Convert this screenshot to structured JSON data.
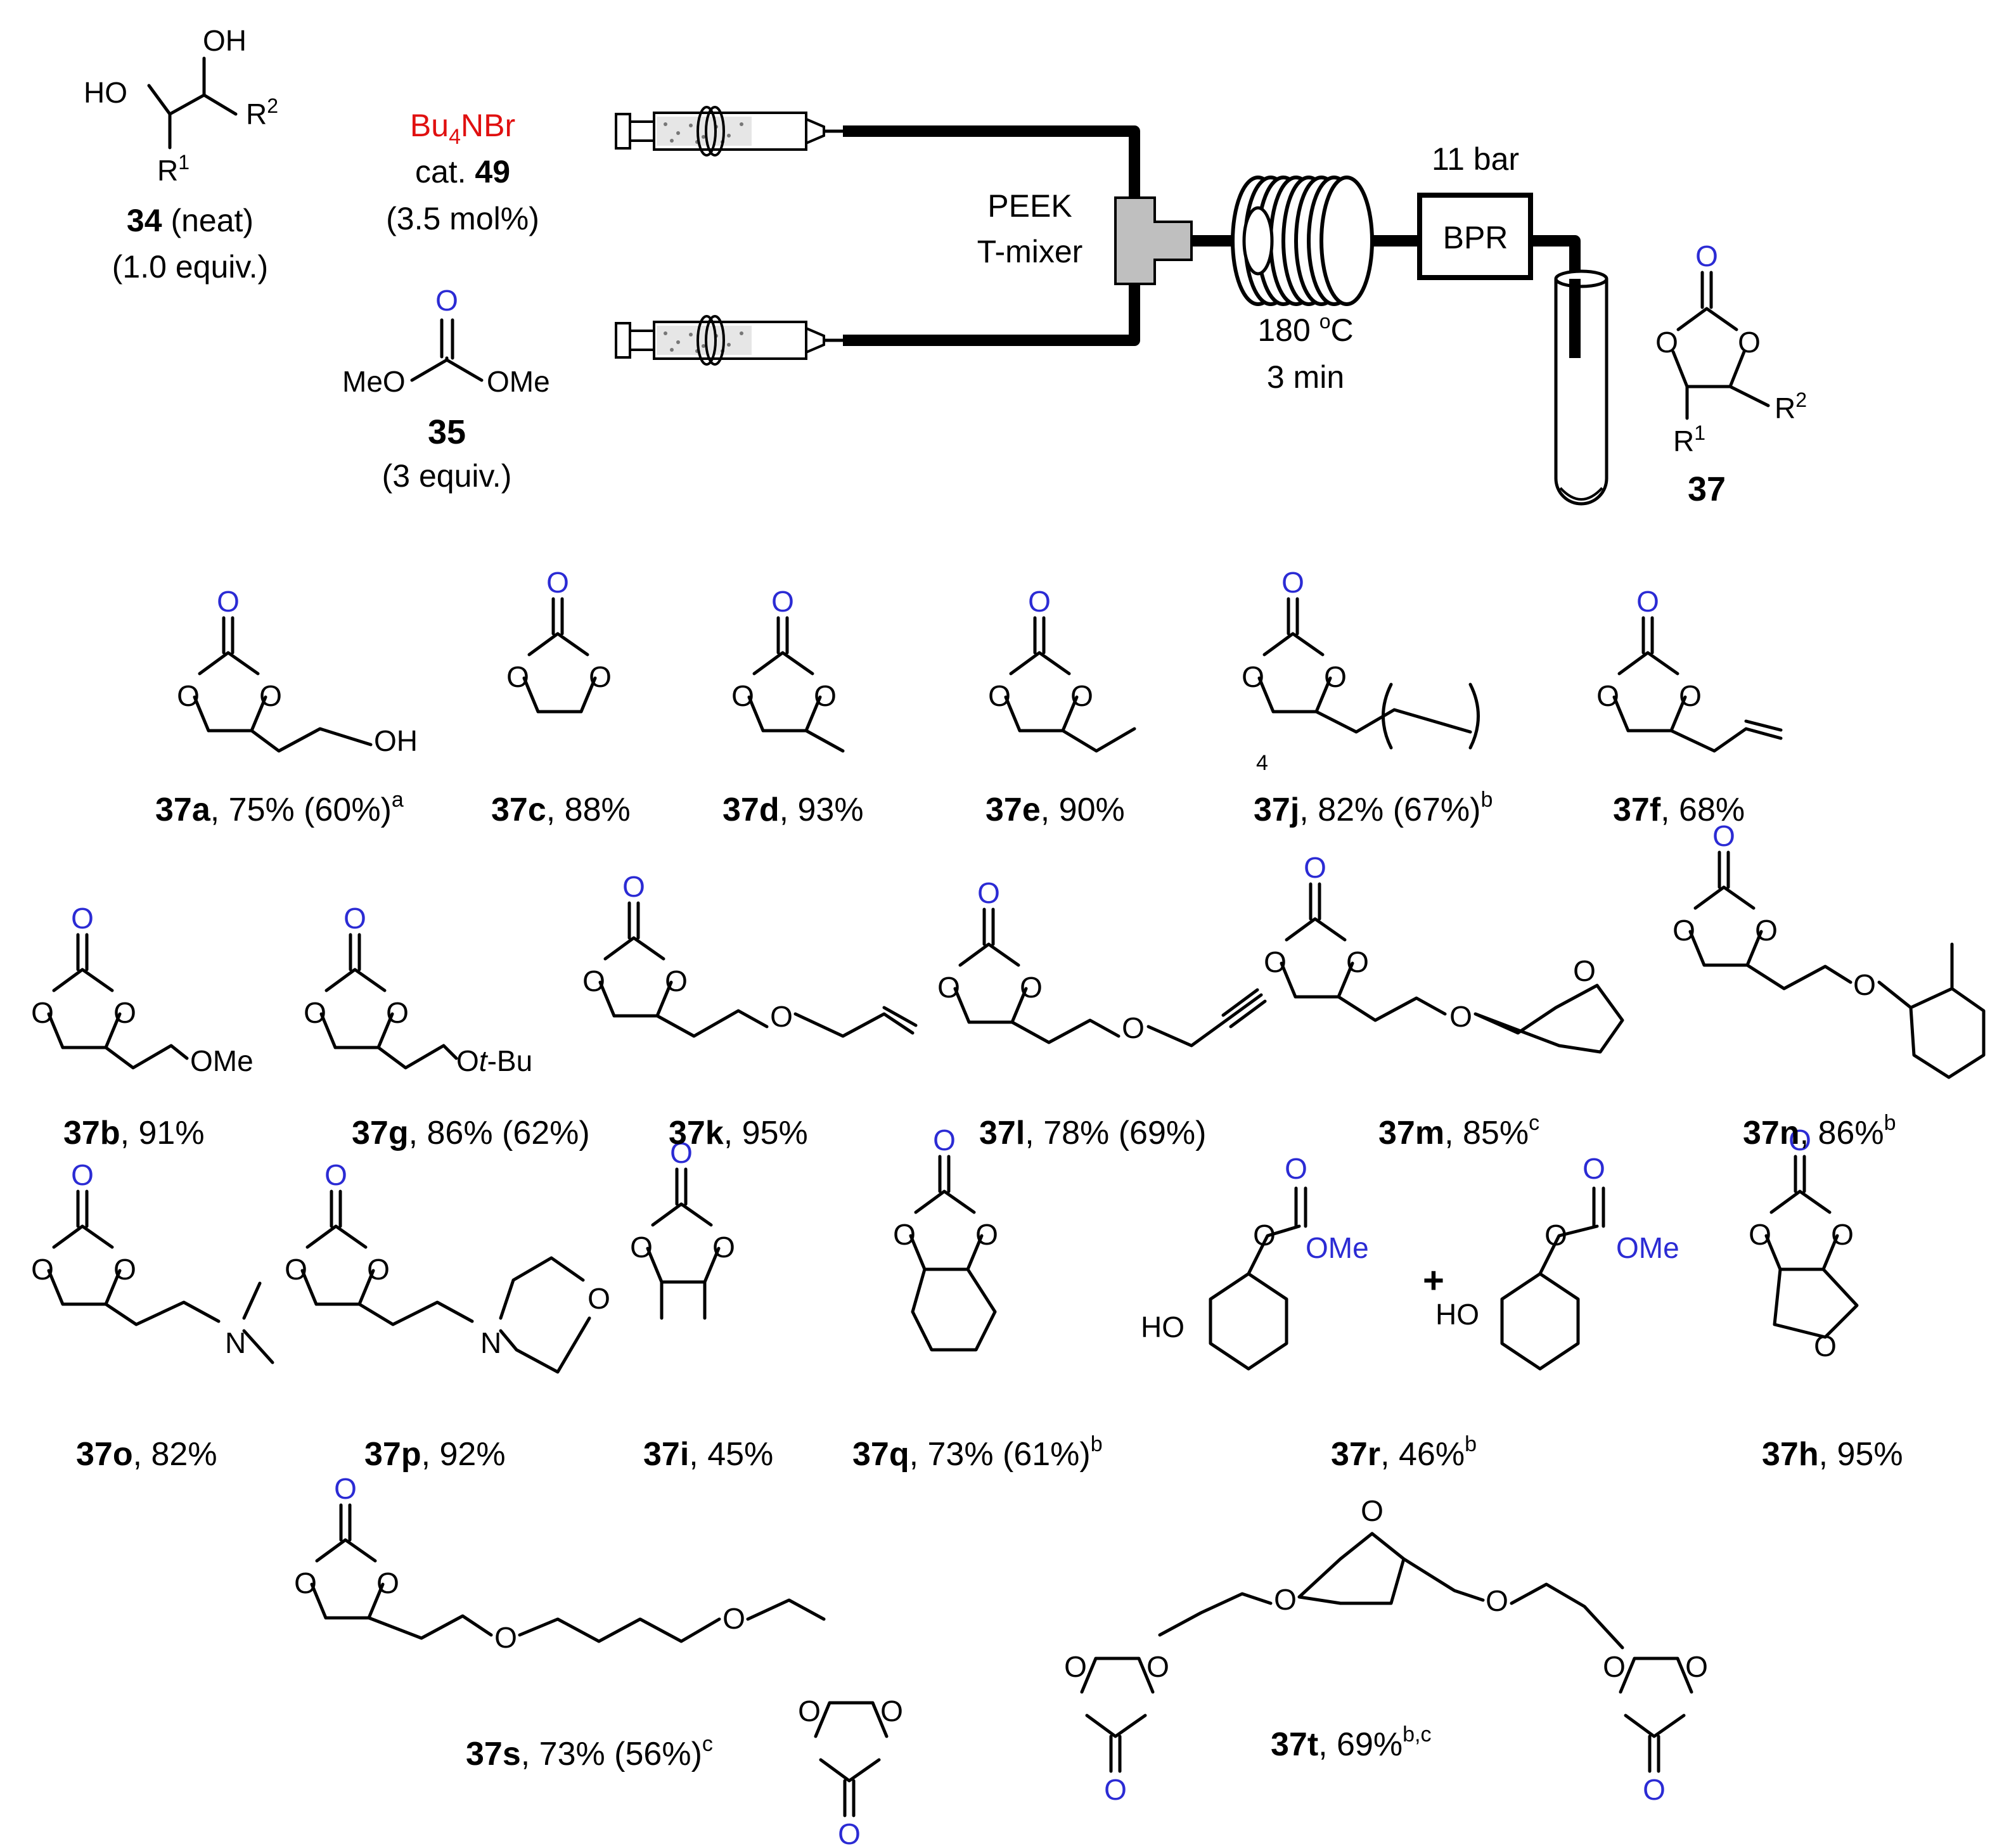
{
  "colors": {
    "ink": "#000000",
    "carbonyl": "#2b2bd4",
    "reagent": "#e01010",
    "mixer": "#bfbfbf"
  },
  "reagents": {
    "diol": {
      "label": "34",
      "cond": " (neat)",
      "equiv": "(1.0 equiv.)",
      "R1": "R",
      "R1sup": "1",
      "R2": "R",
      "R2sup": "2",
      "OH": "OH",
      "HO": "HO"
    },
    "salt": {
      "pre": "Bu",
      "sub": "4",
      "post": "NBr"
    },
    "catalyst": {
      "pre": "cat. ",
      "num": "49",
      "loading": "(3.5 mol%)"
    },
    "carbonate": {
      "label": "35",
      "equiv": "(3 equiv.)",
      "left": "MeO",
      "right": "OMe",
      "O": "O"
    }
  },
  "apparatus": {
    "mixer_line1": "PEEK",
    "mixer_line2": "T-mixer",
    "temperature": "180 ",
    "temp_sup": "o",
    "temp_unit": "C",
    "time": "3 min",
    "pressure": "11 bar",
    "bpr": "BPR"
  },
  "product": {
    "label": "37",
    "R1": "R",
    "R1sup": "1",
    "R2": "R",
    "R2sup": "2",
    "O": "O"
  },
  "compounds": [
    {
      "id": "37a",
      "yield": ", 75% (60%)",
      "note": "a",
      "group": "OH"
    },
    {
      "id": "37c",
      "yield": ", 88%",
      "note": ""
    },
    {
      "id": "37d",
      "yield": ", 93%",
      "note": ""
    },
    {
      "id": "37e",
      "yield": ", 90%",
      "note": ""
    },
    {
      "id": "37j",
      "yield": ", 82% (67%)",
      "note": "b",
      "sub": "4"
    },
    {
      "id": "37f",
      "yield": ", 68%",
      "note": ""
    },
    {
      "id": "37b",
      "yield": ", 91%",
      "note": "",
      "group": "OMe"
    },
    {
      "id": "37g",
      "yield": ", 86% (62%)",
      "note": "",
      "group_pre": "O",
      "group_it": "t",
      "group_post": "-Bu"
    },
    {
      "id": "37k",
      "yield": ", 95%",
      "note": ""
    },
    {
      "id": "37l",
      "yield": ", 78% (69%)",
      "note": ""
    },
    {
      "id": "37m",
      "yield": ", 85%",
      "note": "c"
    },
    {
      "id": "37n",
      "yield": ", 86%",
      "note": "b"
    },
    {
      "id": "37o",
      "yield": ", 82%",
      "note": "",
      "atom": "N"
    },
    {
      "id": "37p",
      "yield": ", 92%",
      "note": "",
      "atom": "N"
    },
    {
      "id": "37i",
      "yield": ", 45%",
      "note": ""
    },
    {
      "id": "37q",
      "yield": ", 73% (61%)",
      "note": "b"
    },
    {
      "id": "37r",
      "yield": ", 46%",
      "note": "b",
      "plus": "+",
      "HO": "HO",
      "OMe": "OMe"
    },
    {
      "id": "37h",
      "yield": ", 95%",
      "note": ""
    },
    {
      "id": "37s",
      "yield": ", 73% (56%)",
      "note": "c"
    },
    {
      "id": "37t",
      "yield": ", 69%",
      "note": "b,c"
    }
  ]
}
